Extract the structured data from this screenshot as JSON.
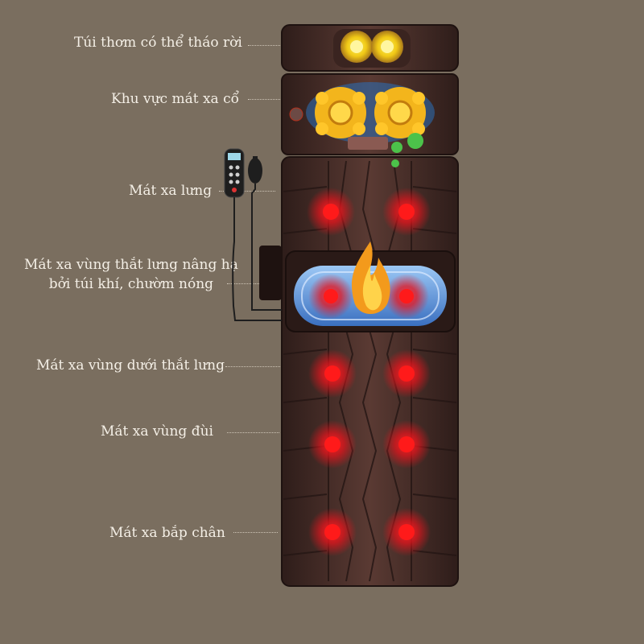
{
  "labels": {
    "pillow": "Túi thơm có thể tháo rời",
    "neck": "Khu vực mát xa cổ",
    "back": "Mát xa lưng",
    "waist_line1": "Mát xa vùng thắt lưng nâng hạ",
    "waist_line2": "bởi túi khí, chườm nóng",
    "lower_back": "Mát xa vùng dưới thắt lưng",
    "thigh": "Mát xa vùng đùi",
    "calf": "Mát xa bắp chân"
  },
  "colors": {
    "background": "#7a6e5f",
    "mat": "#4a2f2a",
    "heat_red": "#e8141c",
    "neck_node": "#f3b51c",
    "airbag_blue": "#6fa6e6",
    "flame": "#f39a1c"
  }
}
